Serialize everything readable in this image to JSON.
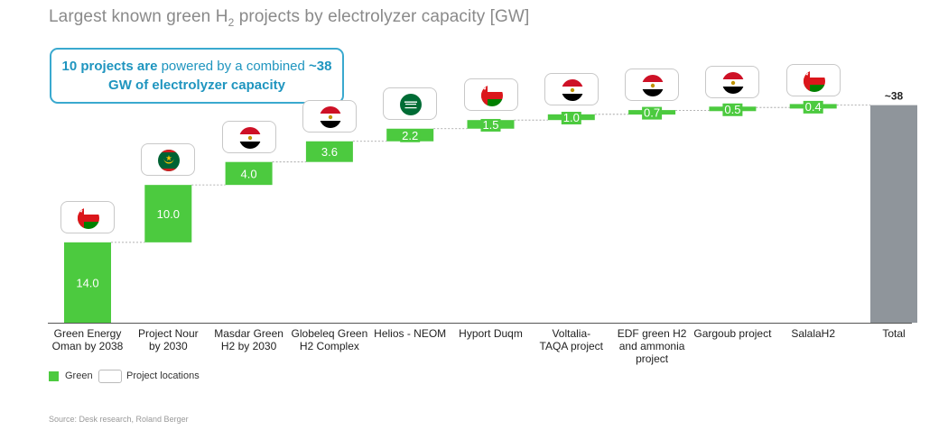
{
  "title_main": "Largest known green H",
  "title_sub": "2",
  "title_rest": " projects by electrolyzer capacity [GW]",
  "callout": {
    "bold1": "10 projects are",
    "plain": " powered by a combined ",
    "bold2": "~38",
    "bold3": "GW of electrolyzer capacity"
  },
  "legend": {
    "green": "Green",
    "locations": "Project locations"
  },
  "source": "Source: Desk research, Roland Berger",
  "colors": {
    "green": "#4cca3f",
    "total": "#8f959b",
    "accent": "#3aa9cf"
  },
  "chart_data": {
    "type": "bar",
    "subtype": "waterfall",
    "categories": [
      "Green Energy Oman by 2038",
      "Project Nour by 2030",
      "Masdar Green H2 by 2030",
      "Globeleq Green H2 Complex",
      "Helios - NEOM",
      "Hyport Duqm",
      "Voltalia-TAQA project",
      "EDF green H2 and ammonia project",
      "Gargoub project",
      "SalalaH2",
      "Total"
    ],
    "category_lines": [
      [
        "Green Energy",
        "Oman by 2038"
      ],
      [
        "Project Nour",
        "by 2030"
      ],
      [
        "Masdar Green",
        "H2 by 2030"
      ],
      [
        "Globeleq Green",
        "H2 Complex"
      ],
      [
        "Helios - NEOM"
      ],
      [
        "Hyport Duqm"
      ],
      [
        "Voltalia-",
        "TAQA project"
      ],
      [
        "EDF green H2",
        "and ammonia",
        "project"
      ],
      [
        "Gargoub project"
      ],
      [
        "SalalaH2"
      ],
      [
        "Total"
      ]
    ],
    "values": [
      14.0,
      10.0,
      4.0,
      3.6,
      2.2,
      1.5,
      1.0,
      0.7,
      0.5,
      0.4
    ],
    "value_labels": [
      "14.0",
      "10.0",
      "4.0",
      "3.6",
      "2.2",
      "1.5",
      "1.0",
      "0.7",
      "0.5",
      "0.4"
    ],
    "total_label": "~38",
    "flags": [
      "oman",
      "mauritania",
      "egypt",
      "egypt",
      "saudi-arabia",
      "oman",
      "egypt",
      "egypt",
      "egypt",
      "oman"
    ],
    "ylim": [
      0,
      38
    ],
    "grid": false
  }
}
